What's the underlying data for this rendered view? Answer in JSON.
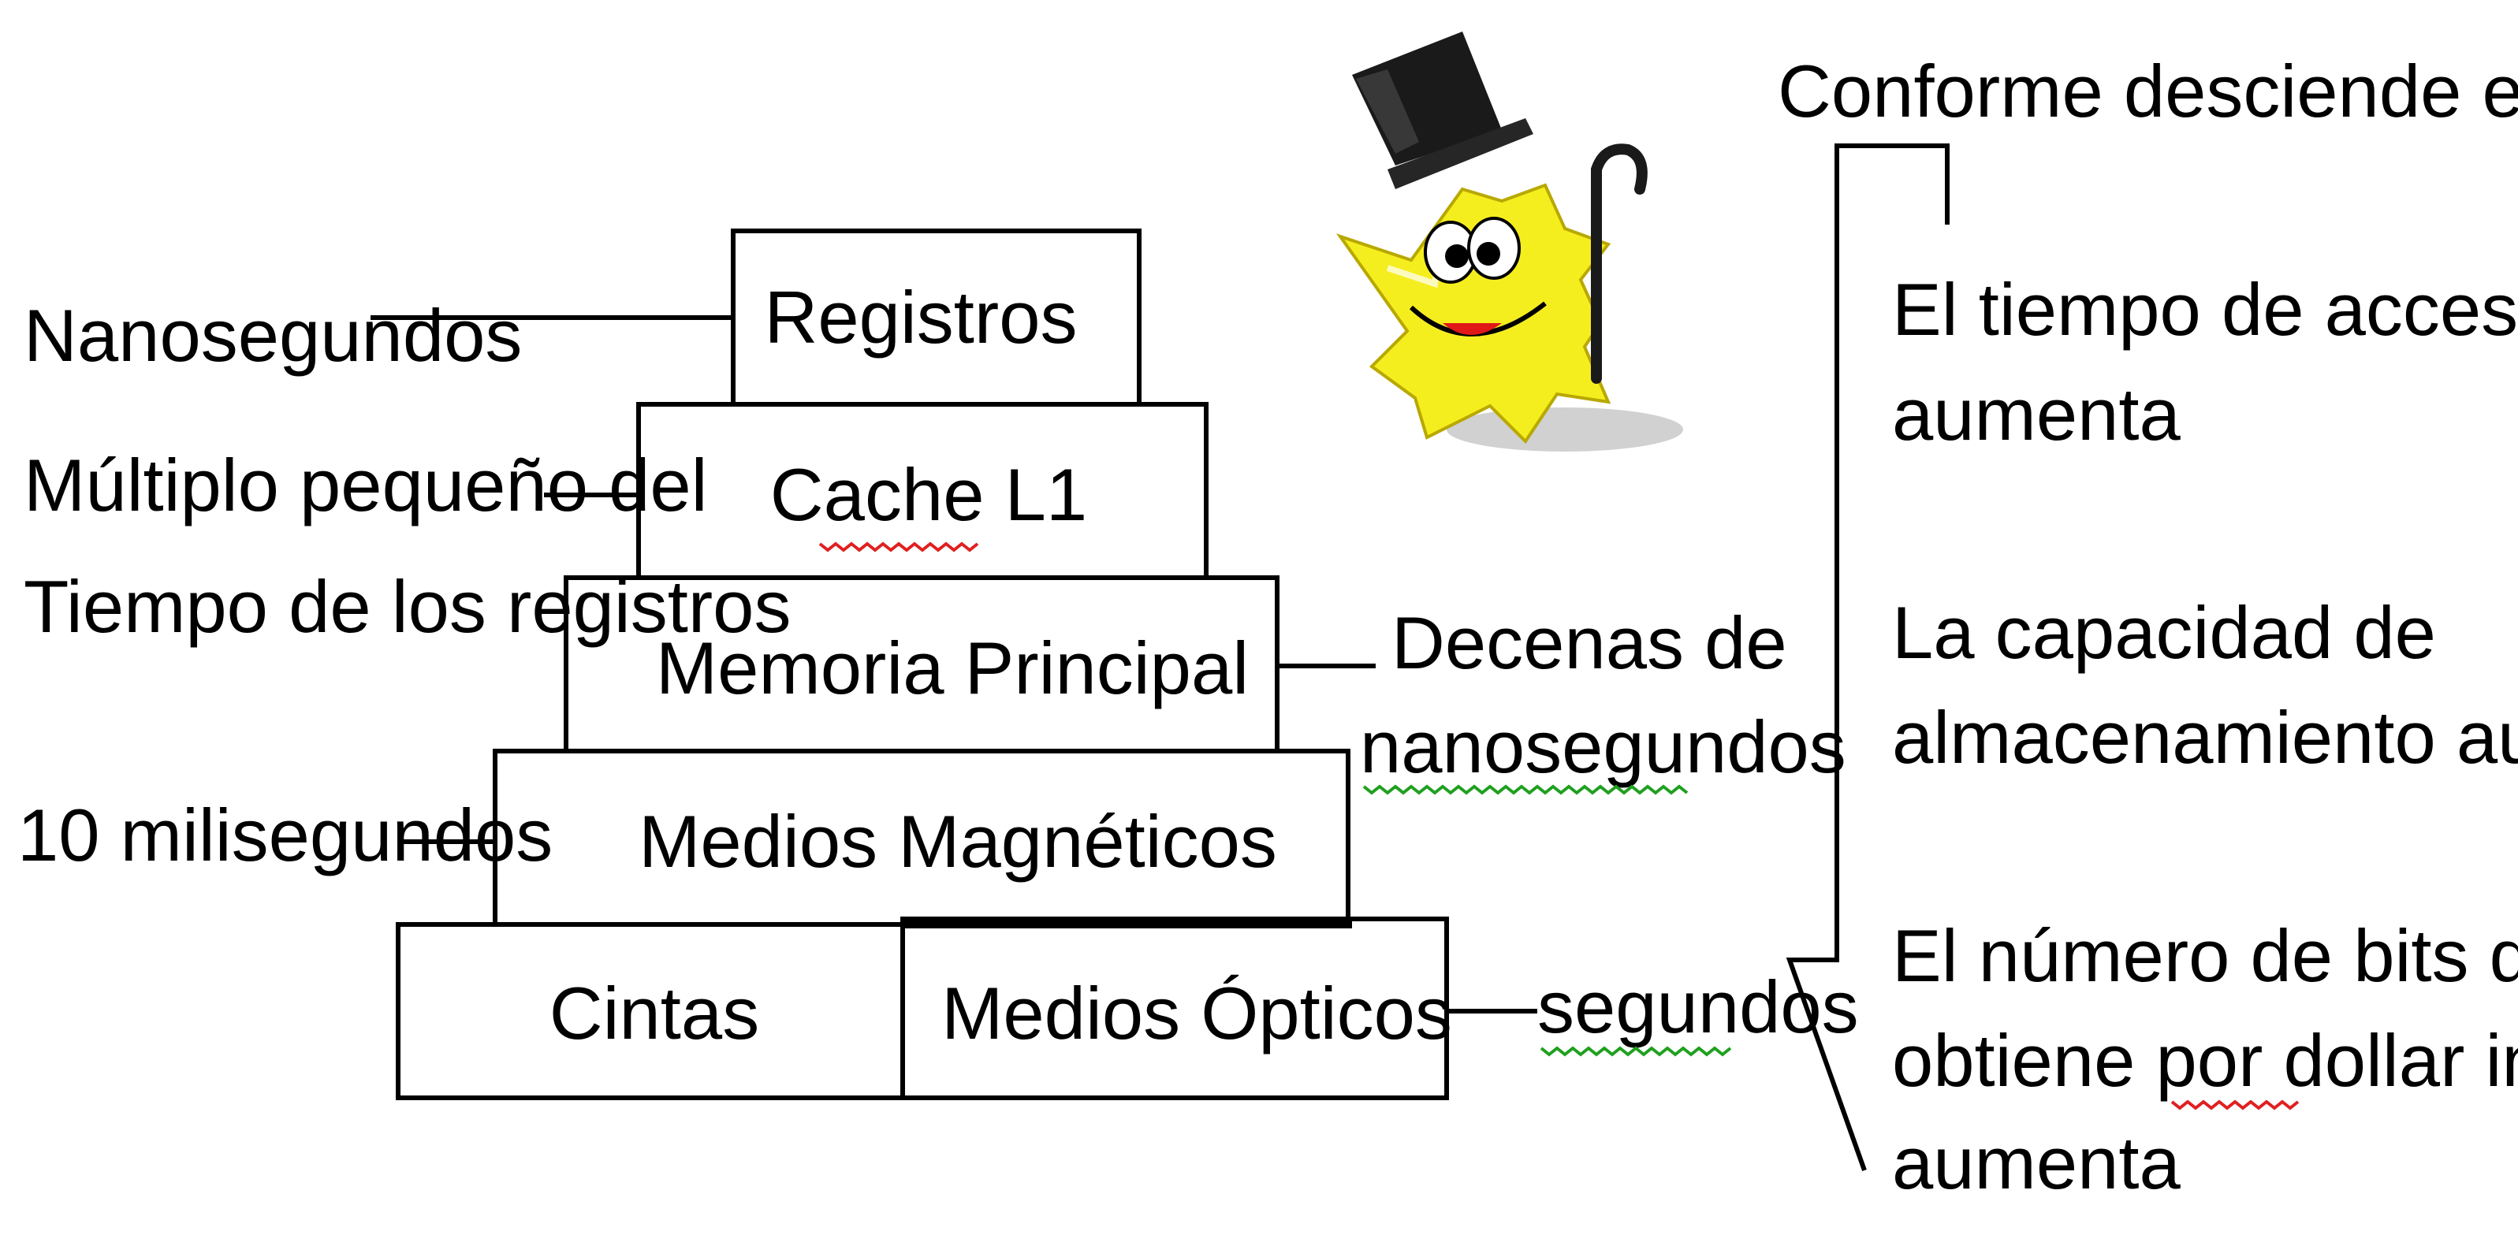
{
  "pyramid": {
    "levels": [
      {
        "label": "Registros"
      },
      {
        "label": "Cache L1"
      },
      {
        "label": "Memoria Principal"
      },
      {
        "label": "Medios Magnéticos"
      },
      {
        "label": "Cintas"
      },
      {
        "label": "Medios Ópticos"
      }
    ]
  },
  "left_notes": {
    "nanosegundos": "Nanosegundos",
    "multiplo_line1": "Múltiplo pequeño del",
    "multiplo_line2": "Tiempo de los registros",
    "diez_ms": "10 milisegundos"
  },
  "right_notes": {
    "decenas_line1": "Decenas de",
    "decenas_line2": "nanosegundos",
    "segundos": "segundos"
  },
  "summary": {
    "heading": "Conforme desciende el nivel:",
    "item1_line1": "El tiempo de acceso",
    "item1_line2": "aumenta",
    "item2_line1": "La capacidad de",
    "item2_line2": "almacenamiento aumenta",
    "item3_line1": "El número de bits que se",
    "item3_line2": "obtiene por dollar invertido",
    "item3_line3": "aumenta"
  },
  "colors": {
    "mascot_body": "#f5ee1e",
    "mascot_hat": "#1a1a1a",
    "spellcheck_red": "#e02020",
    "spellcheck_green": "#1fa01f"
  },
  "mascot": {
    "icon": "star-mascot-with-top-hat-icon"
  }
}
